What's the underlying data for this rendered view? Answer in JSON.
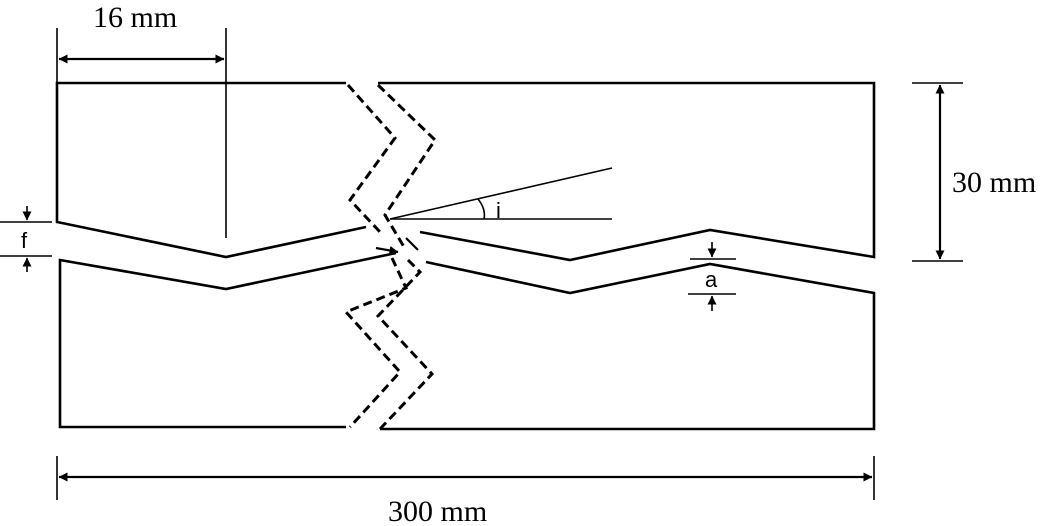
{
  "diagram": {
    "labels": {
      "pitch": "16 mm",
      "height": "30 mm",
      "length": "300 mm",
      "aperture": "f",
      "amplitude": "a",
      "angle": "i"
    },
    "colors": {
      "stroke": "#000000",
      "background": "#ffffff"
    }
  }
}
